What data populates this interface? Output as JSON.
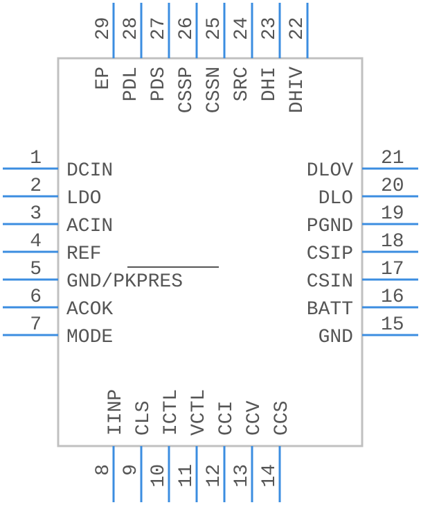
{
  "colors": {
    "body_outline": "#c0c0c0",
    "pin": "#3b8de0",
    "text": "#555555",
    "overbar": "#555555"
  },
  "pins_left": [
    {
      "num": "1",
      "name": "DCIN"
    },
    {
      "num": "2",
      "name": "LDO"
    },
    {
      "num": "3",
      "name": "ACIN"
    },
    {
      "num": "4",
      "name": "REF"
    },
    {
      "num": "5",
      "name": "GND/PKPRES"
    },
    {
      "num": "6",
      "name": "ACOK"
    },
    {
      "num": "7",
      "name": "MODE"
    }
  ],
  "pins_bottom": [
    {
      "num": "8",
      "name": "IINP"
    },
    {
      "num": "9",
      "name": "CLS"
    },
    {
      "num": "10",
      "name": "ICTL"
    },
    {
      "num": "11",
      "name": "VCTL"
    },
    {
      "num": "12",
      "name": "CCI"
    },
    {
      "num": "13",
      "name": "CCV"
    },
    {
      "num": "14",
      "name": "CCS"
    }
  ],
  "pins_right": [
    {
      "num": "15",
      "name": "GND"
    },
    {
      "num": "16",
      "name": "BATT"
    },
    {
      "num": "17",
      "name": "CSIN"
    },
    {
      "num": "18",
      "name": "CSIP"
    },
    {
      "num": "19",
      "name": "PGND"
    },
    {
      "num": "20",
      "name": "DLO"
    },
    {
      "num": "21",
      "name": "DLOV"
    }
  ],
  "pins_top": [
    {
      "num": "22",
      "name": "DHIV"
    },
    {
      "num": "23",
      "name": "DHI"
    },
    {
      "num": "24",
      "name": "SRC"
    },
    {
      "num": "25",
      "name": "CSSN"
    },
    {
      "num": "26",
      "name": "CSSP"
    },
    {
      "num": "27",
      "name": "PDS"
    },
    {
      "num": "28",
      "name": "PDL"
    },
    {
      "num": "29",
      "name": "EP"
    }
  ]
}
